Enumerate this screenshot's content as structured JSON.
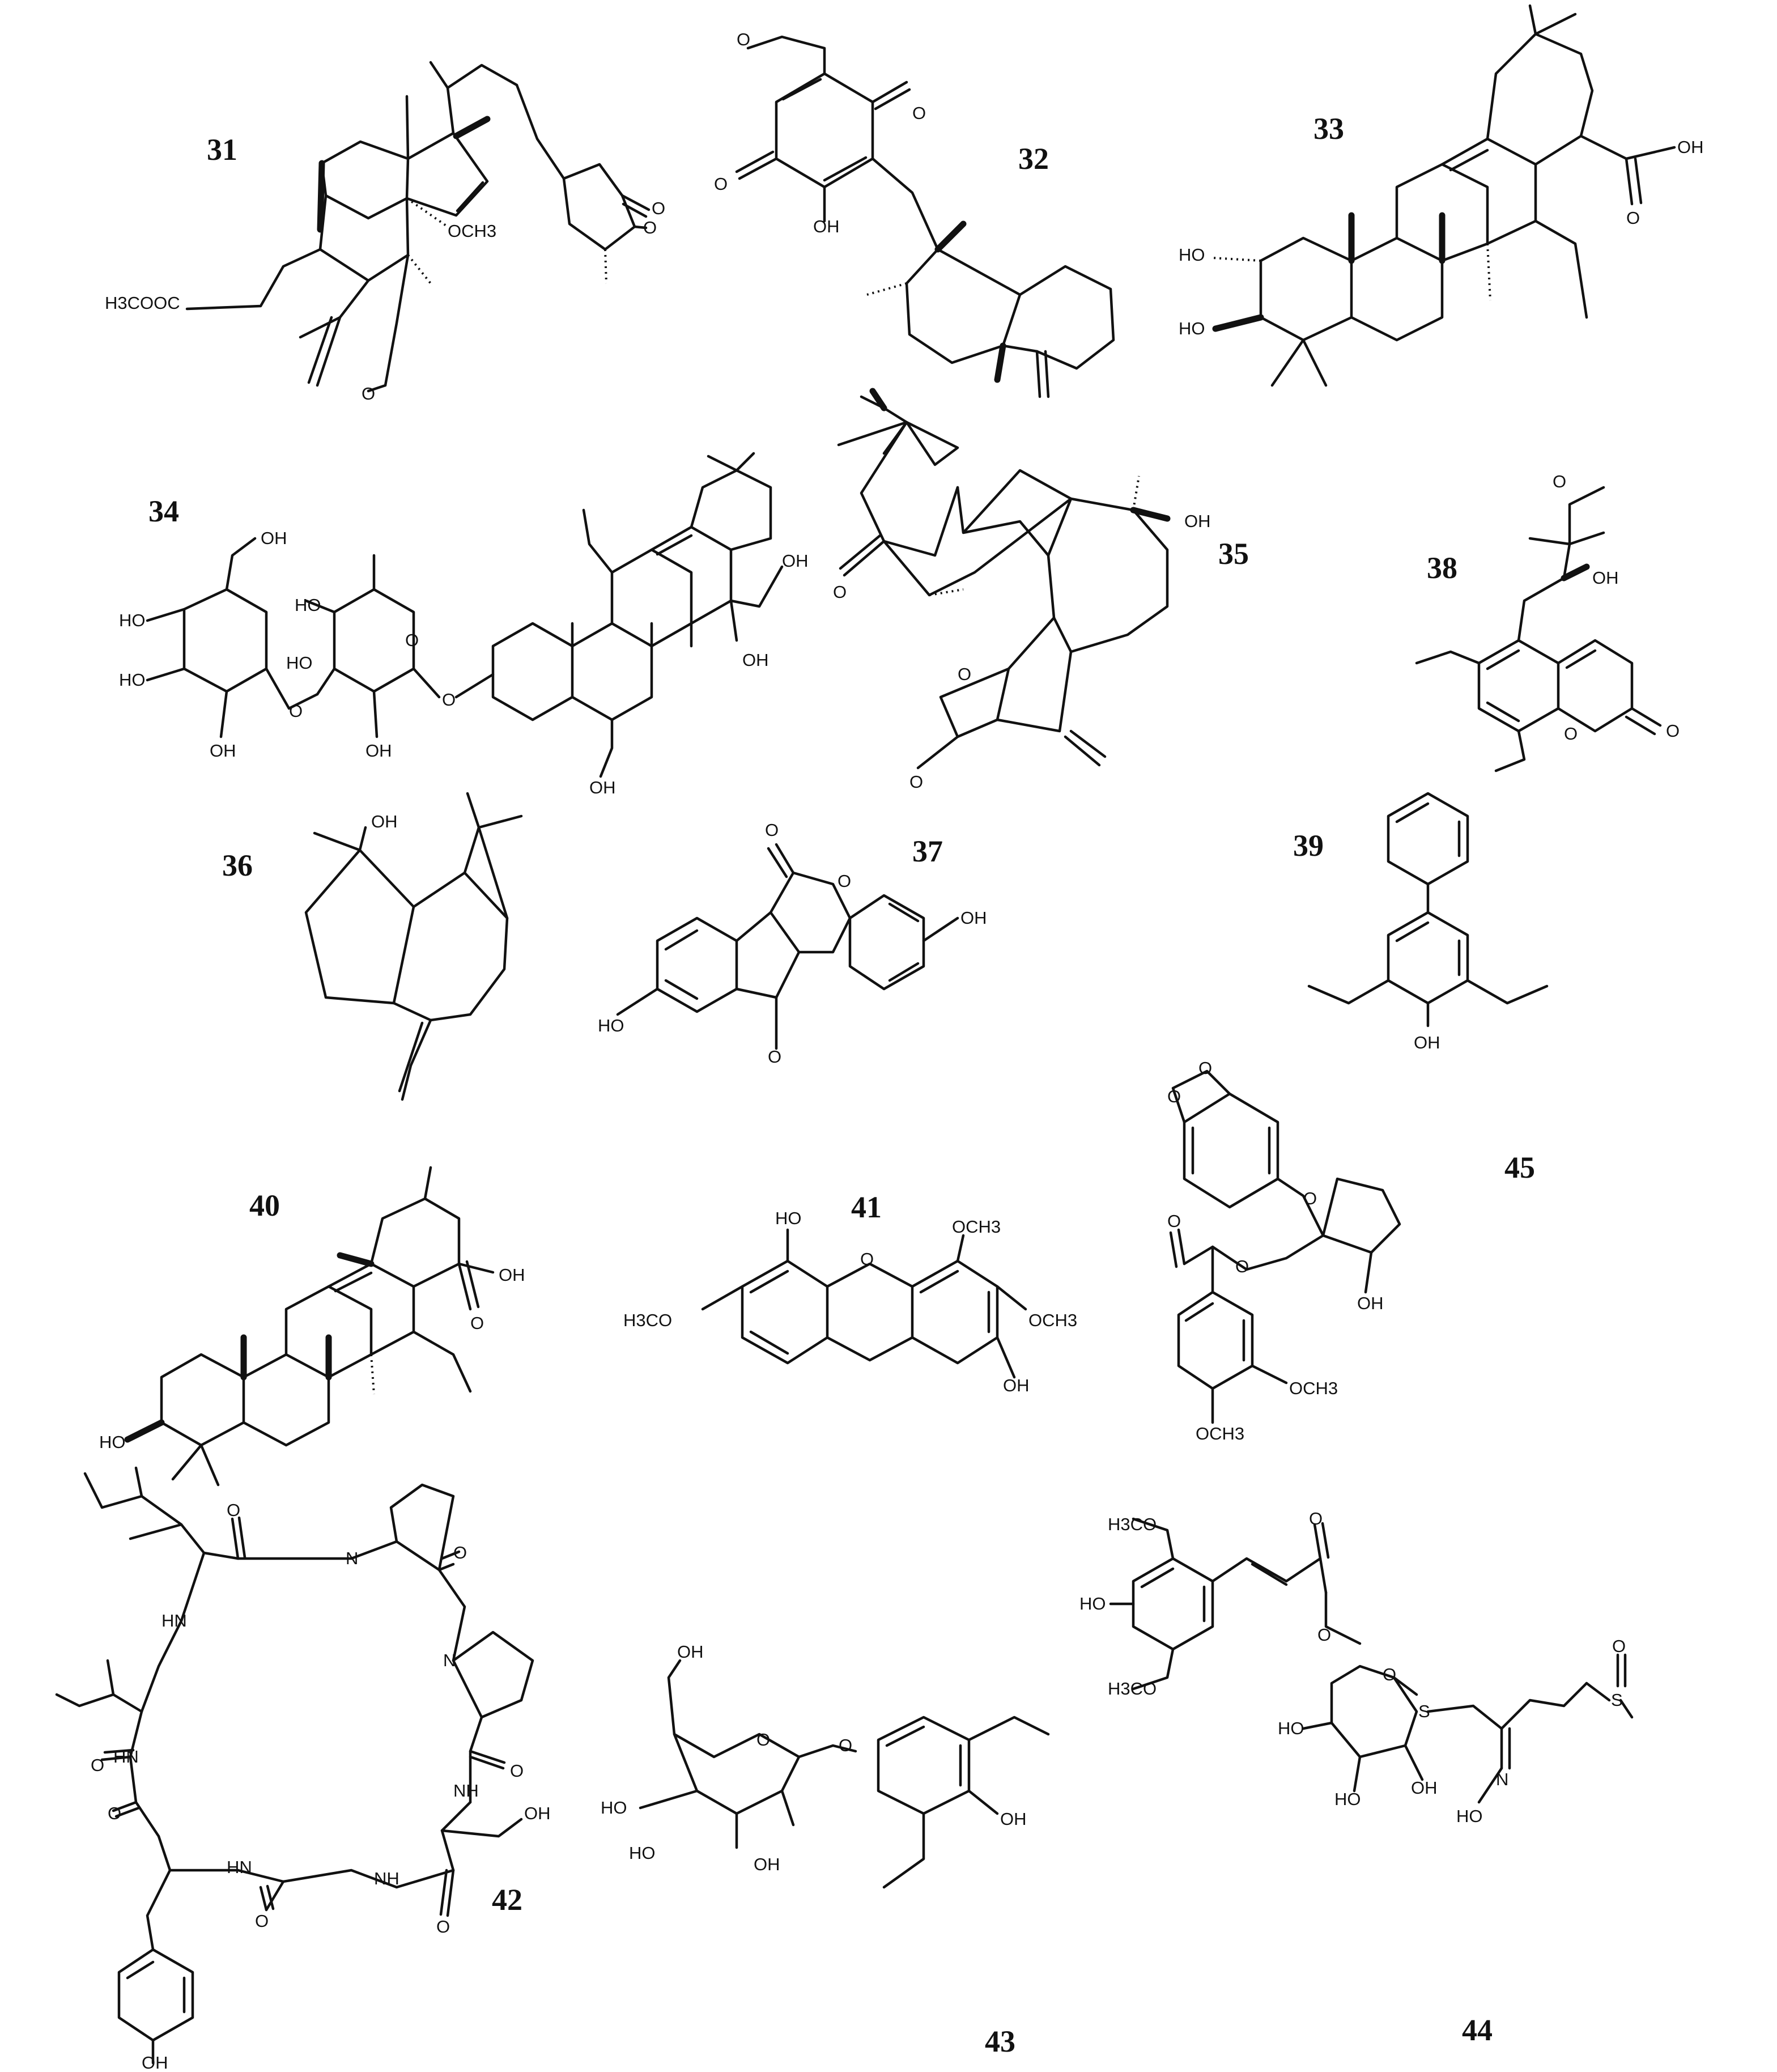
{
  "compounds": [
    {
      "number": "31",
      "labels": [
        "H3COOC",
        "OCH3",
        "O",
        "O",
        "O"
      ]
    },
    {
      "number": "32",
      "labels": [
        "O",
        "O",
        "O",
        "OH"
      ]
    },
    {
      "number": "33",
      "labels": [
        "HO",
        "HO",
        "OH",
        "O"
      ]
    },
    {
      "number": "34",
      "labels": [
        "OH",
        "HO",
        "HO",
        "HO",
        "OH",
        "O",
        "O",
        "HO",
        "OH",
        "O",
        "OH",
        "OH",
        "OH"
      ]
    },
    {
      "number": "35",
      "labels": [
        "OH",
        "O",
        "O",
        "O"
      ]
    },
    {
      "number": "36",
      "labels": [
        "OH"
      ]
    },
    {
      "number": "37",
      "labels": [
        "O",
        "O",
        "OH",
        "HO",
        "O"
      ]
    },
    {
      "number": "38",
      "labels": [
        "OH",
        "O",
        "O",
        "O"
      ]
    },
    {
      "number": "39",
      "labels": [
        "OH"
      ]
    },
    {
      "number": "40",
      "labels": [
        "HO",
        "OH",
        "O"
      ]
    },
    {
      "number": "41",
      "labels": [
        "HO",
        "OCH3",
        "H3CO",
        "OCH3",
        "OH",
        "O"
      ]
    },
    {
      "number": "42",
      "labels": [
        "O",
        "N",
        "O",
        "HN",
        "N",
        "O",
        "HN",
        "O",
        "NH",
        "O",
        "OH",
        "HN",
        "NH",
        "O",
        "O",
        "OH"
      ]
    },
    {
      "number": "43",
      "labels": [
        "OH",
        "O",
        "HO",
        "HO",
        "OH",
        "O",
        "OH"
      ]
    },
    {
      "number": "44",
      "labels": [
        "H3CO",
        "HO",
        "H3CO",
        "O",
        "O",
        "O",
        "S",
        "S",
        "HO",
        "HO",
        "OH",
        "N",
        "HO",
        "O"
      ]
    },
    {
      "number": "45",
      "labels": [
        "O",
        "O",
        "O",
        "O",
        "O",
        "OH",
        "OCH3",
        "OCH3"
      ]
    }
  ]
}
